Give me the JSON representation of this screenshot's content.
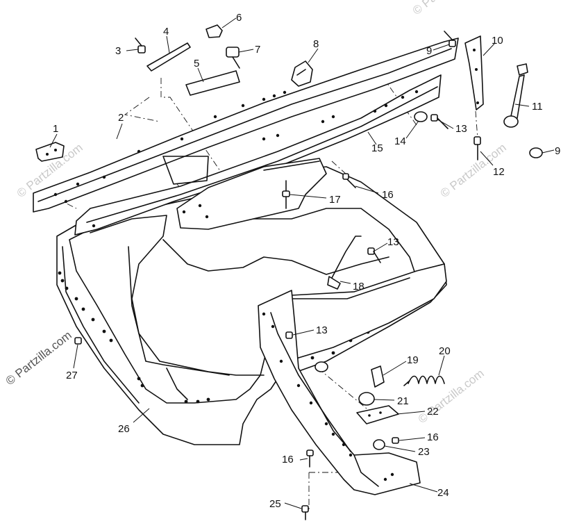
{
  "watermark": {
    "text": "© Partzilla.com"
  },
  "callouts": [
    {
      "id": 1,
      "label": "1"
    },
    {
      "id": 2,
      "label": "2"
    },
    {
      "id": 3,
      "label": "3"
    },
    {
      "id": 4,
      "label": "4"
    },
    {
      "id": 5,
      "label": "5"
    },
    {
      "id": 6,
      "label": "6"
    },
    {
      "id": 7,
      "label": "7"
    },
    {
      "id": 8,
      "label": "8"
    },
    {
      "id": 9,
      "label": "9"
    },
    {
      "id": 10,
      "label": "10"
    },
    {
      "id": 11,
      "label": "11"
    },
    {
      "id": 12,
      "label": "12"
    },
    {
      "id": 13,
      "label": "13"
    },
    {
      "id": 14,
      "label": "14"
    },
    {
      "id": 15,
      "label": "15"
    },
    {
      "id": 16,
      "label": "16"
    },
    {
      "id": 17,
      "label": "17"
    },
    {
      "id": 18,
      "label": "18"
    },
    {
      "id": 19,
      "label": "19"
    },
    {
      "id": 20,
      "label": "20"
    },
    {
      "id": 21,
      "label": "21"
    },
    {
      "id": 22,
      "label": "22"
    },
    {
      "id": 23,
      "label": "23"
    },
    {
      "id": 24,
      "label": "24"
    },
    {
      "id": 25,
      "label": "25"
    },
    {
      "id": 26,
      "label": "26"
    },
    {
      "id": 27,
      "label": "27"
    }
  ]
}
